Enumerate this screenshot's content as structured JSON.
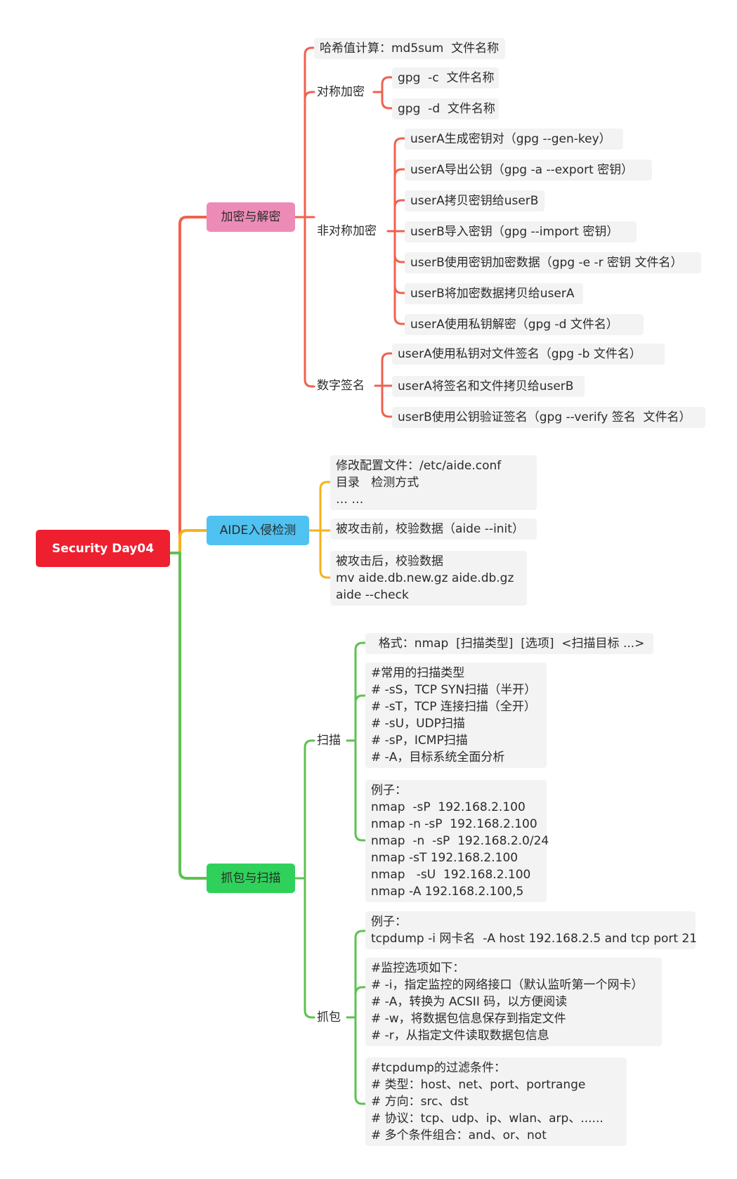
{
  "root": {
    "label": "Security Day04"
  },
  "branches": {
    "crypto": {
      "label": "加密与解密",
      "hash": "哈希值计算：md5sum  文件名称",
      "sym": {
        "label": "对称加密",
        "items": [
          "gpg  -c  文件名称",
          "gpg  -d  文件名称"
        ]
      },
      "asym": {
        "label": "非对称加密",
        "items": [
          "userA生成密钥对（gpg --gen-key）",
          "userA导出公钥（gpg -a --export 密钥）",
          "userA拷贝密钥给userB",
          "userB导入密钥（gpg --import 密钥）",
          "userB使用密钥加密数据（gpg -e -r 密钥 文件名）",
          "userB将加密数据拷贝给userA",
          "userA使用私钥解密（gpg -d 文件名）"
        ]
      },
      "sig": {
        "label": "数字签名",
        "items": [
          "userA使用私钥对文件签名（gpg -b 文件名）",
          "userA将签名和文件拷贝给userB",
          "userB使用公钥验证签名（gpg --verify 签名  文件名）"
        ]
      }
    },
    "aide": {
      "label": "AIDE入侵检测",
      "items": [
        "修改配置文件：/etc/aide.conf\n目录   检测方式\n… …",
        "被攻击前，校验数据（aide --init）",
        "被攻击后，校验数据\nmv aide.db.new.gz aide.db.gz\naide --check"
      ]
    },
    "capture": {
      "label": "抓包与扫描",
      "scan": {
        "label": "扫描",
        "items": [
          "  格式：nmap  [扫描类型]  [选项]  <扫描目标 ...>",
          "#常用的扫描类型\n# -sS，TCP SYN扫描（半开）\n# -sT，TCP 连接扫描（全开）\n# -sU，UDP扫描\n# -sP，ICMP扫描\n# -A，目标系统全面分析",
          "例子：\nnmap  -sP  192.168.2.100\nnmap -n -sP  192.168.2.100\nnmap  -n  -sP  192.168.2.0/24\nnmap -sT 192.168.2.100\nnmap   -sU  192.168.2.100\nnmap -A 192.168.2.100,5"
        ]
      },
      "dump": {
        "label": "抓包",
        "items": [
          "例子：\ntcpdump -i 网卡名  -A host 192.168.2.5 and tcp port 21",
          "#监控选项如下：\n# -i，指定监控的网络接口（默认监听第一个网卡）\n# -A，转换为 ACSII 码，以方便阅读\n# -w，将数据包信息保存到指定文件\n# -r，从指定文件读取数据包信息",
          "#tcpdump的过滤条件：\n# 类型：host、net、port、portrange\n# 方向：src、dst\n# 协议：tcp、udp、ip、wlan、arp、......\n# 多个条件组合：and、or、not"
        ]
      }
    }
  },
  "colors": {
    "root": "#ee1f2f",
    "crypto_line": "#f0614f",
    "aide_line": "#f6b21b",
    "capture_line": "#5fc152",
    "crypto_box": "#ec8cb6",
    "aide_box": "#4fc2f1",
    "capture_box": "#2fd15a"
  }
}
